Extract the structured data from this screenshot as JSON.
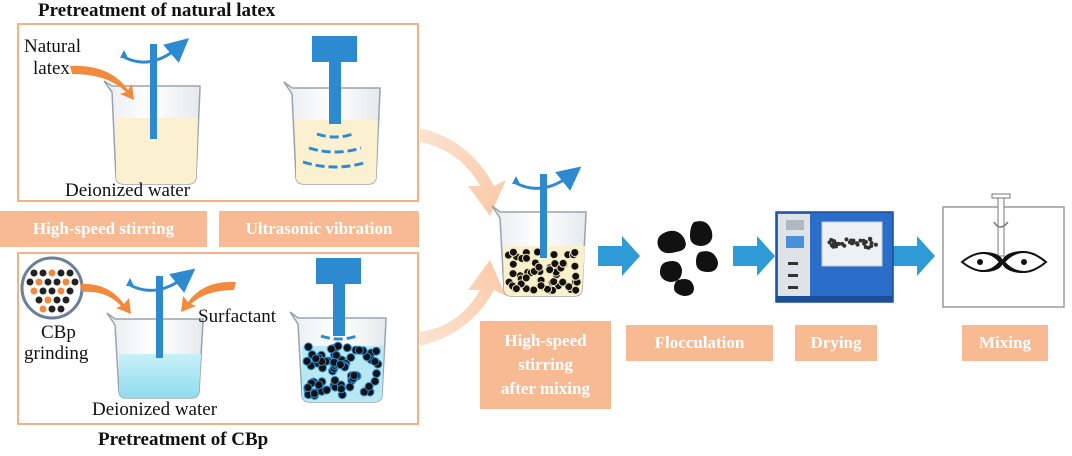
{
  "panels": {
    "latex_title": "Pretreatment of natural latex",
    "cbp_title": "Pretreatment of CBp"
  },
  "labels": {
    "natural_latex_line1": "Natural",
    "natural_latex_line2": "latex",
    "deionized_water_top": "Deionized water",
    "deionized_water_bottom": "Deionized water",
    "cbp_line1": "CBp",
    "cbp_line2": "grinding",
    "surfactant": "Surfactant"
  },
  "steps": {
    "high_speed_stirring": "High-speed stirring",
    "ultrasonic_vibration": "Ultrasonic vibration",
    "mix_line1": "High-speed",
    "mix_line2": "stirring",
    "mix_line3": "after mixing",
    "flocculation": "Flocculation",
    "drying": "Drying",
    "mixing": "Mixing"
  },
  "colors": {
    "accent_orange": "#f4b183",
    "step_fill": "#f8ba93",
    "arrow_orange": "#f28a3e",
    "stir_blue": "#2e8ad0",
    "latex_cream": "#fbf0cf",
    "water_cyan": "#a6e4f2"
  }
}
